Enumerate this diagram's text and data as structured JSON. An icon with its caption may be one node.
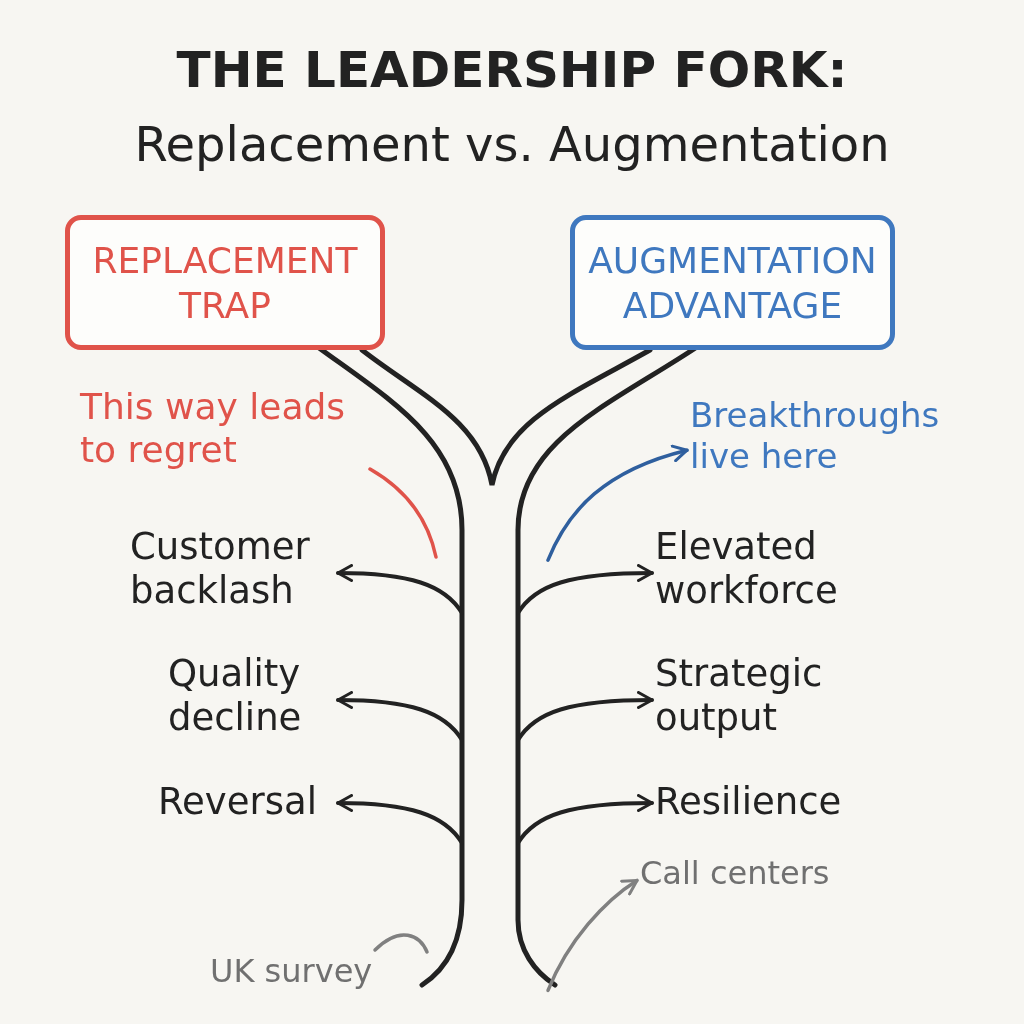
{
  "diagram": {
    "title": "THE LEADERSHIP FORK:",
    "nodes": [
      {
        "text": [
          "REPLACEMENT TRAP"
        ]
      },
      {
        "text": [
          "AUGMENTATION ADVANTAGE"
        ]
      },
      {
        "text": [
          "This way leads to regret"
        ]
      },
      {
        "text": [
          "Breakthroughs live here"
        ]
      },
      {
        "text": [
          "Customer backlash"
        ]
      },
      {
        "text": [
          "Elevated workforce"
        ]
      },
      {
        "text": [
          "Quality decline"
        ]
      },
      {
        "text": [
          "Strategic output"
        ]
      },
      {
        "text": [
          "Reversal"
        ]
      },
      {
        "text": [
          "Resilience"
        ]
      },
      {
        "text": [
          "UK survey"
        ]
      },
      {
        "text": [
          "Call centers"
        ]
      }
    ],
    "edges": [
      {
        "from": 2,
        "to": null,
        "arrow": "none",
        "color": "#e0534a"
      },
      {
        "from": null,
        "to": 3,
        "arrow": "to",
        "color": "#2f5f9e"
      },
      {
        "from": null,
        "to": 4,
        "arrow": "to"
      },
      {
        "from": null,
        "to": 6,
        "arrow": "to"
      },
      {
        "from": null,
        "to": 8,
        "arrow": "to"
      },
      {
        "from": null,
        "to": 5,
        "arrow": "to"
      },
      {
        "from": null,
        "to": 7,
        "arrow": "to"
      },
      {
        "from": null,
        "to": 9,
        "arrow": "to"
      },
      {
        "from": 10,
        "to": null,
        "arrow": "none",
        "color": "#808080"
      },
      {
        "from": null,
        "to": 11,
        "arrow": "to",
        "color": "#808080"
      },
      {
        "from": 0,
        "to": 1,
        "arrow": "none"
      }
    ],
    "labels": [
      "Replacement vs. Augmentation"
    ]
  }
}
